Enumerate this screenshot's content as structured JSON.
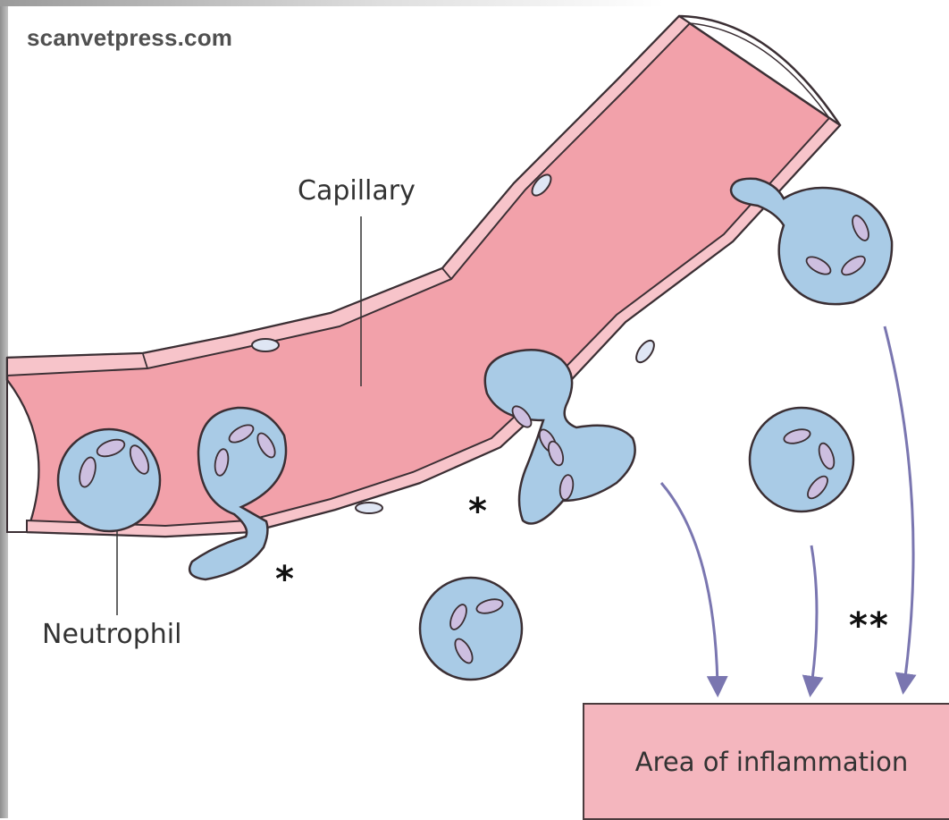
{
  "source_label": "scanvetpress.com",
  "labels": {
    "capillary": "Capillary",
    "neutrophil": "Neutrophil",
    "area_of_inflammation": "Area of inflammation"
  },
  "markers": {
    "single": "*",
    "double": "**"
  },
  "colors": {
    "vessel": "#f2a1aa",
    "vessel_wall": "#f7c4ca",
    "cell": "#a9cbe6",
    "nucleus": "#cdbfe0",
    "arrow": "#7a76b0",
    "outline": "#3b2f34"
  }
}
